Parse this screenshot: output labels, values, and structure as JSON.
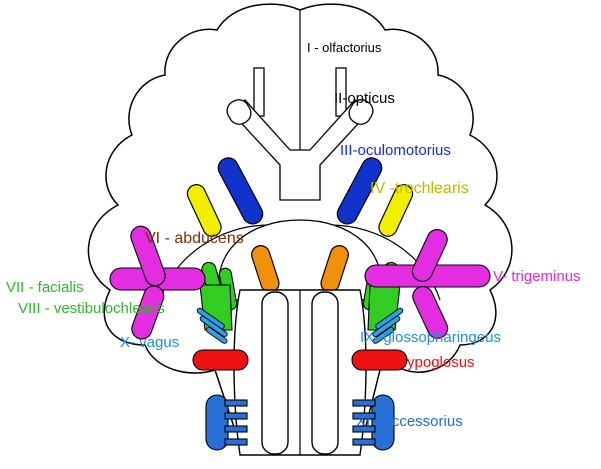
{
  "diagram": {
    "colors": {
      "outline": "#000000",
      "olfactorius": "#000000",
      "opticus": "#000000",
      "oculomotorius": "#1a2cc8",
      "trochlearis": "#b9b900",
      "abducens": "#7b2f0e",
      "facialis": "#2fb82f",
      "vestibulocochlearis": "#2fb82f",
      "glossopharingeus": "#1e8fd6",
      "vagus": "#1e8fd6",
      "hypoglosus": "#ee1111",
      "accessorius": "#1e6ed6",
      "trigeminus": "#e02ad8",
      "fill_oculomotor": "#1133cc",
      "fill_trochlear": "#f2ee00",
      "fill_abducens": "#f0900c",
      "fill_facial": "#33cc22",
      "fill_glosso": "#2ea0e6",
      "fill_hypo": "#ee1111",
      "fill_access": "#2a6fd6",
      "fill_trigeminus": "#e22ee0"
    },
    "labels": {
      "olfactorius": "I - olfactorius",
      "opticus": "II-opticus",
      "oculomotorius": "III-oculomotorius",
      "trochlearis": "IV -trochlearis",
      "abducens": "VI - abducens",
      "trigeminus": "V- trigeminus",
      "facialis": "VII - facialis",
      "vestibulocochlearis": "VIII - vestibulochlearis",
      "vagus": "X- vagus",
      "glossopharingeus": "IX- glossopharingeus",
      "hypoglosus": "XII - hypoglosus",
      "accessorius": "XI - accessorius"
    }
  }
}
